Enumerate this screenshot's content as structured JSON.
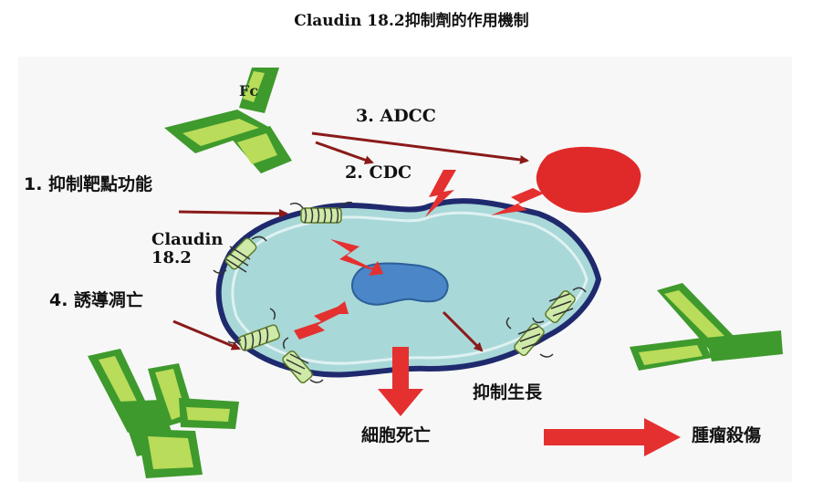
{
  "title": "Claudin 18.2抑制劑的作用機制",
  "labels": {
    "fc": "Fc",
    "adcc": "3. ADCC",
    "cdc": "2. CDC",
    "inhibit_target": "1. 抑制靶點功能",
    "claudin_line1": "Claudin",
    "claudin_line2": "18.2",
    "apoptosis": "4. 誘導凋亡",
    "inhibit_growth": "抑制生長",
    "cell_death": "細胞死亡",
    "tumor_kill": "腫瘤殺傷"
  },
  "colors": {
    "arrow_red": "#e53030",
    "dark_arrow": "#8a1a1a",
    "cell_fill": "#a9d8d8",
    "cell_border": "#1f2a6e",
    "nucleus": "#4a86c8",
    "antibody_dark": "#3e9a2c",
    "antibody_light": "#b9dc5a",
    "effector": "#e02a2a"
  }
}
